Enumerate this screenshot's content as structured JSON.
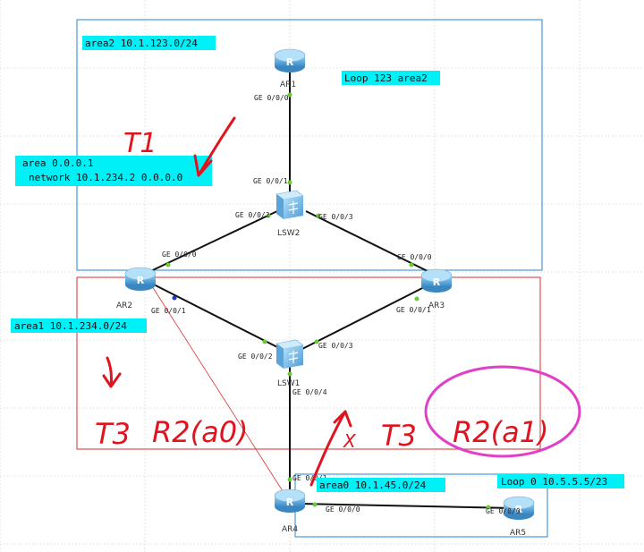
{
  "labels": {
    "area2_box": "area2 10.1.123.0/24",
    "loop123": "Loop 123 area2",
    "area_cfg_line1": "area 0.0.0.1",
    "area_cfg_line2": "network 10.1.234.2 0.0.0.0",
    "area1_box": "area1 10.1.234.0/24",
    "area0_box": "area0 10.1.45.0/24",
    "loop0": "Loop 0 10.5.5.5/23"
  },
  "devices": {
    "ar1": "AR1",
    "lsw2": "LSW2",
    "ar2": "AR2",
    "ar3": "AR3",
    "lsw1": "LSW1",
    "ar4": "AR4",
    "ar5": "AR5"
  },
  "ports": {
    "ar1_ge000": "GE 0/0/0",
    "lsw2_ge001": "GE 0/0/1",
    "lsw2_ge002": "GE 0/0/2",
    "lsw2_ge003": "GE 0/0/3",
    "ar2_ge000": "GE 0/0/0",
    "ar3_ge000": "GE 0/0/0",
    "ar2_ge001": "GE 0/0/1",
    "ar3_ge001": "GE 0/0/1",
    "lsw1_ge002": "GE 0/0/2",
    "lsw1_ge003": "GE 0/0/3",
    "lsw1_ge004": "GE 0/0/4",
    "ar4_ge001": "GE 0/0/1",
    "ar4_ge000": "GE 0/0/0",
    "ar5_ge000": "GE 0/0/0"
  },
  "annotations": {
    "t1": "T1",
    "t3_left": "T3",
    "r2_left": "R2(a0)",
    "x_mark": "X",
    "t3_right": "T3",
    "r2_right": "R2(a1)"
  },
  "colors": {
    "area2_border": "#4a9ad8",
    "area1_border": "#e05050",
    "area0_border": "#4a9ad8",
    "label_bg": "#00f0f8",
    "handwriting": "#e0141e",
    "circle": "#e040c8",
    "link": "#111111",
    "router": "#5aaede",
    "port_dot": "#66cc33"
  }
}
